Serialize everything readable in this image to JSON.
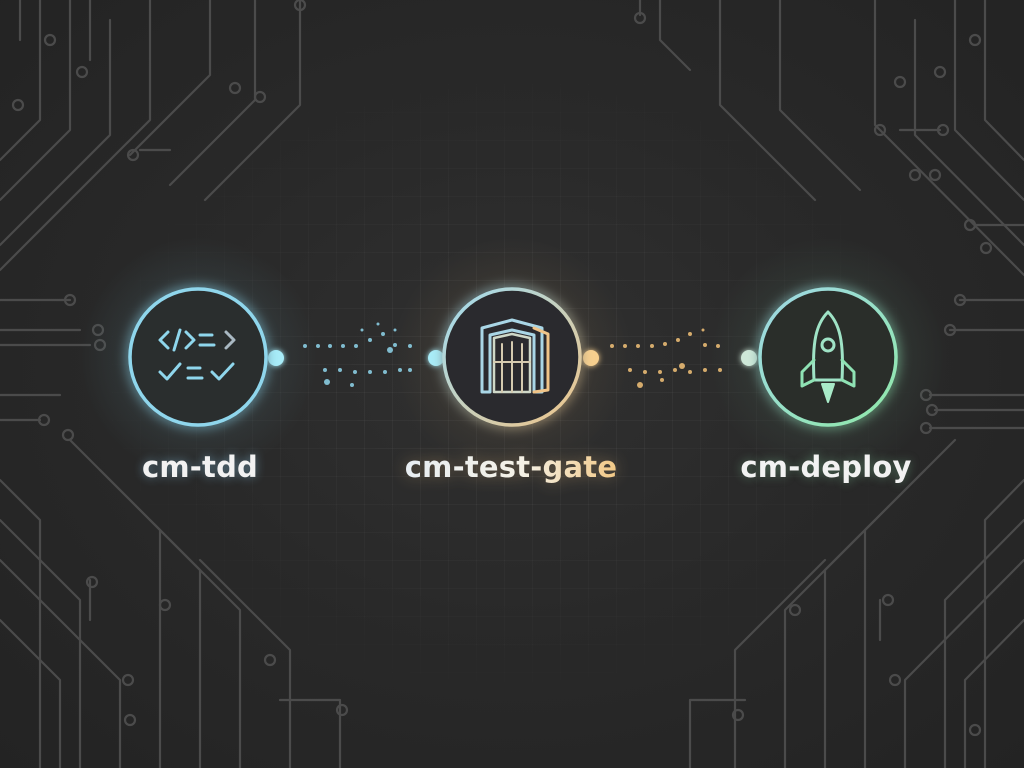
{
  "nodes": [
    {
      "id": "tdd",
      "label": "cm-tdd",
      "icon": "code-checklist-icon",
      "color": "#8fd6ec"
    },
    {
      "id": "test-gate",
      "label": "cm-test-gate",
      "icon": "gate-icon",
      "color": "#a9cfe0"
    },
    {
      "id": "deploy",
      "label": "cm-deploy",
      "icon": "rocket-icon",
      "color": "#8fe2b4"
    }
  ],
  "connectors": [
    {
      "from": "tdd",
      "to": "test-gate",
      "color": "#8fe0f2"
    },
    {
      "from": "test-gate",
      "to": "deploy",
      "color": "#f3c278"
    }
  ],
  "colors": {
    "background": "#262626",
    "circuit": "#4a4a4a",
    "accent_blue": "#8fe0f2",
    "accent_amber": "#f3c278",
    "accent_green": "#8fe2b4"
  }
}
